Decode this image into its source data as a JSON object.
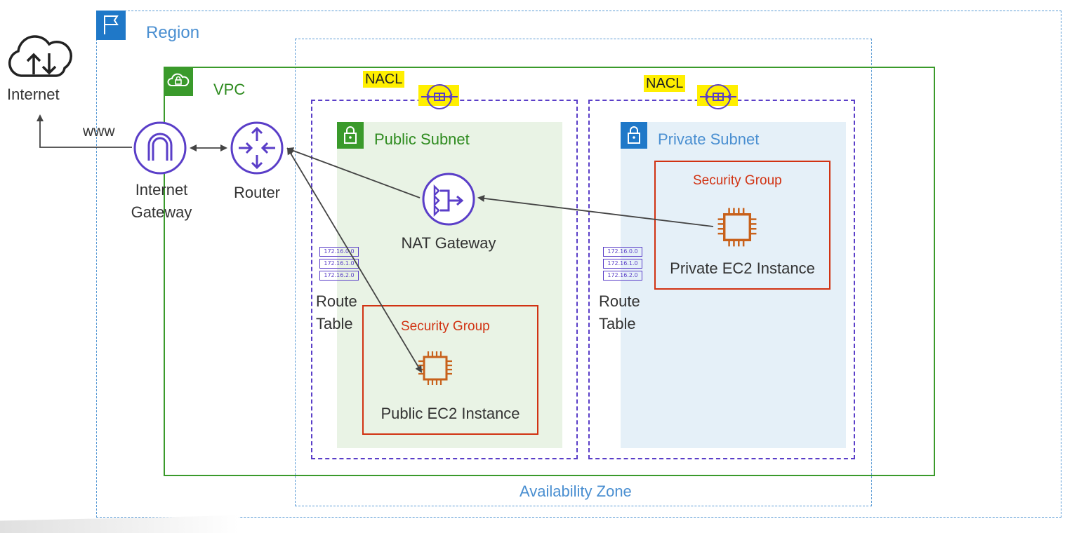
{
  "region": {
    "label": "Region"
  },
  "vpc": {
    "label": "VPC"
  },
  "availability_zone": {
    "label": "Availability Zone"
  },
  "internet": {
    "label": "Internet",
    "link_label": "www"
  },
  "internet_gateway": {
    "label_line1": "Internet",
    "label_line2": "Gateway"
  },
  "router": {
    "label": "Router"
  },
  "nacl": {
    "left_label": "NACL",
    "right_label": "NACL"
  },
  "public_subnet": {
    "label": "Public Subnet",
    "nat_gateway": "NAT Gateway",
    "security_group": "Security Group",
    "instance": "Public EC2 Instance",
    "route_table": {
      "line1": "Route",
      "line2": "Table",
      "rows": [
        "172.16.0.0",
        "172.16.1.0",
        "172.16.2.0"
      ]
    }
  },
  "private_subnet": {
    "label": "Private Subnet",
    "security_group": "Security Group",
    "instance": "Private EC2 Instance",
    "route_table": {
      "line1": "Route",
      "line2": "Table",
      "rows": [
        "172.16.0.0",
        "172.16.1.0",
        "172.16.2.0"
      ]
    }
  },
  "colors": {
    "region": "#5a9bd5",
    "vpc": "#3a9a2b",
    "nacl": "#5a3ec8",
    "security_group": "#d13212",
    "ec2": "#c8611b",
    "highlight": "#ffef00"
  }
}
